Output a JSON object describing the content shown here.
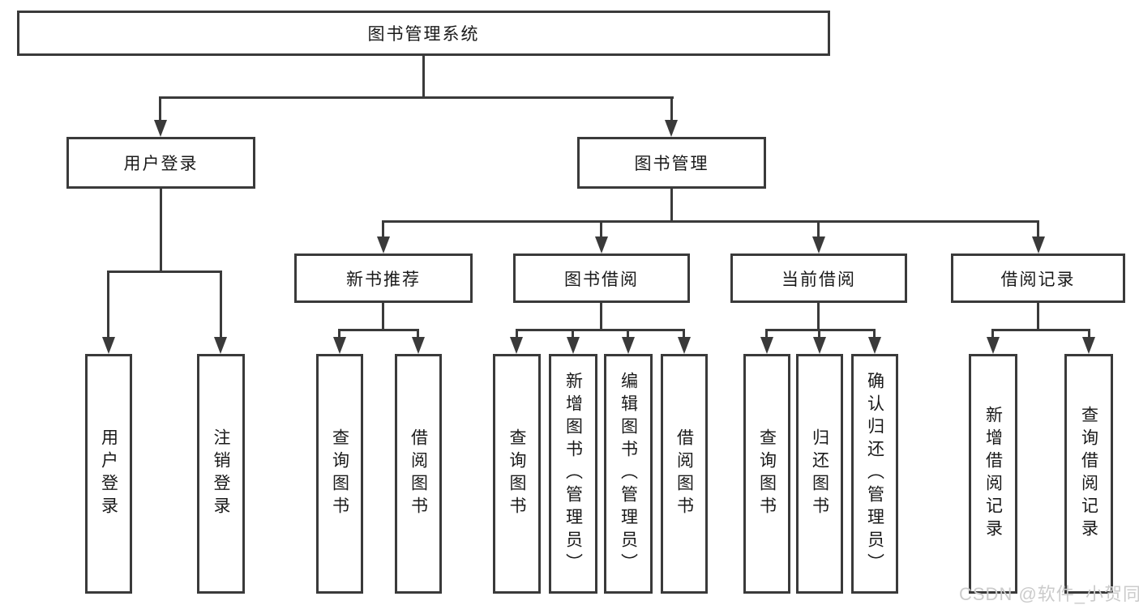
{
  "diagram": {
    "root": {
      "label": "图书管理系统"
    },
    "level2": [
      {
        "id": "user-login",
        "label": "用户登录"
      },
      {
        "id": "book-management",
        "label": "图书管理"
      }
    ],
    "level3": [
      {
        "id": "new-book-recommend",
        "label": "新书推荐"
      },
      {
        "id": "book-borrow",
        "label": "图书借阅"
      },
      {
        "id": "current-borrow",
        "label": "当前借阅"
      },
      {
        "id": "borrow-records",
        "label": "借阅记录"
      }
    ],
    "level4": {
      "user_login": [
        "用户登录",
        "注销登录"
      ],
      "new_book": [
        "查询图书",
        "借阅图书"
      ],
      "book_borrow": [
        "查询图书",
        "新增图书（管理员）",
        "编辑图书（管理员）",
        "借阅图书"
      ],
      "current_borrow": [
        "查询图书",
        "归还图书",
        "确认归还（管理员）"
      ],
      "borrow_records": [
        "新增借阅记录",
        "查询借阅记录"
      ]
    }
  },
  "watermark": {
    "text": "CSDN @软件_小贺同学"
  },
  "colors": {
    "line": "#3a3a3a",
    "text": "#1a1a1a",
    "background": "#ffffff",
    "watermark": "#cbcbcb"
  }
}
